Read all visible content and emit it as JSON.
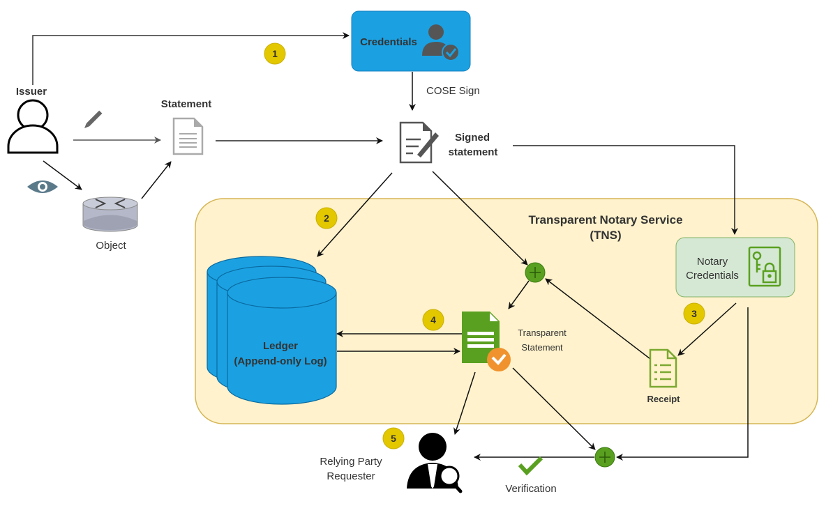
{
  "diagram": {
    "title": "Transparent Notary Service (TNS)",
    "colors": {
      "tns_background": "#fff2cc",
      "tns_border": "#d6b656",
      "credentials_box": "#1ba1e2",
      "notary_box": "#d5e8d4",
      "ledger": "#1ba1e2",
      "green": "#5aa020",
      "step_badge": "#e3c800",
      "orange_check": "#f0932e"
    },
    "nodes": {
      "issuer": {
        "label": "Issuer",
        "icon": "person-outline-icon"
      },
      "credentials": {
        "label": "Credentials",
        "icon": "user-check-icon"
      },
      "statement": {
        "label": "Statement",
        "icon": "document-icon"
      },
      "signed_statement": {
        "label_line1": "Signed",
        "label_line2": "statement",
        "icon": "signed-document-icon"
      },
      "object": {
        "label": "Object",
        "icon": "router-icon"
      },
      "tns": {
        "title_line1": "Transparent Notary Service",
        "title_line2": "(TNS)"
      },
      "notary_credentials": {
        "label_line1": "Notary",
        "label_line2": "Credentials",
        "icon": "key-lock-icon"
      },
      "ledger": {
        "label_line1": "Ledger",
        "label_line2": "(Append-only Log)",
        "icon": "database-stack-icon"
      },
      "transparent_statement": {
        "label_line1": "Transparent",
        "label_line2": "Statement",
        "icon": "green-document-check-icon"
      },
      "receipt": {
        "label": "Receipt",
        "icon": "receipt-icon"
      },
      "relying_party": {
        "label_line1": "Relying Party",
        "label_line2": "Requester",
        "icon": "person-search-icon"
      }
    },
    "edge_labels": {
      "cose_sign": "COSE Sign",
      "verification": "Verification"
    },
    "steps": [
      "1",
      "2",
      "3",
      "4",
      "5"
    ]
  }
}
